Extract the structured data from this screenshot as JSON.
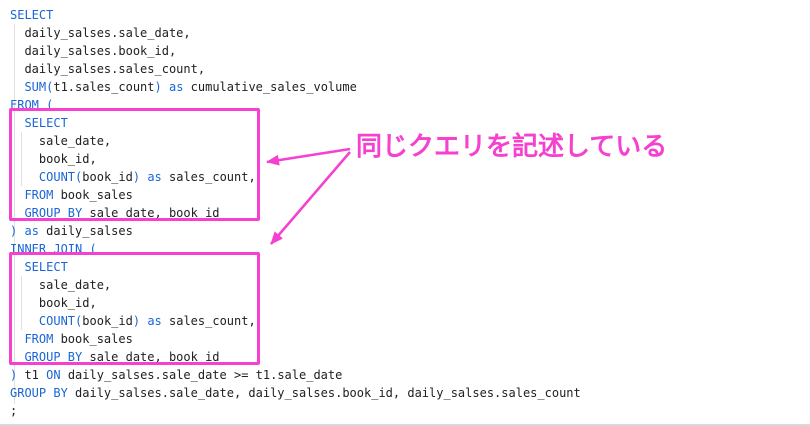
{
  "colors": {
    "background": "#ffffff",
    "keyword_blue": "#1a66d6",
    "code_text": "#202124",
    "annotation_pink": "#f640d0",
    "indent_guide": "#e0e0e0",
    "bottom_divider": "#d9d9d9"
  },
  "annotation": {
    "label": "同じクエリを記述している"
  },
  "code": {
    "language": "sql",
    "lines": [
      {
        "tokens": [
          {
            "t": "SELECT",
            "k": 1
          }
        ]
      },
      {
        "tokens": [
          {
            "t": "  daily_salses.sale_date,"
          }
        ]
      },
      {
        "tokens": [
          {
            "t": "  daily_salses.book_id,"
          }
        ]
      },
      {
        "tokens": [
          {
            "t": "  daily_salses.sales_count,"
          }
        ]
      },
      {
        "tokens": [
          {
            "t": "  "
          },
          {
            "t": "SUM(",
            "k": 1
          },
          {
            "t": "t1.sales_count"
          },
          {
            "t": ")",
            "k": 1
          },
          {
            "t": " "
          },
          {
            "t": "as",
            "k": 1
          },
          {
            "t": " cumulative_sales_volume"
          }
        ]
      },
      {
        "tokens": [
          {
            "t": "FROM (",
            "k": 1
          }
        ]
      },
      {
        "tokens": [
          {
            "t": "  "
          },
          {
            "t": "SELECT",
            "k": 1
          }
        ]
      },
      {
        "tokens": [
          {
            "t": "    sale_date,"
          }
        ]
      },
      {
        "tokens": [
          {
            "t": "    book_id,"
          }
        ]
      },
      {
        "tokens": [
          {
            "t": "    "
          },
          {
            "t": "COUNT(",
            "k": 1
          },
          {
            "t": "book_id"
          },
          {
            "t": ")",
            "k": 1
          },
          {
            "t": " "
          },
          {
            "t": "as",
            "k": 1
          },
          {
            "t": " sales_count,"
          }
        ]
      },
      {
        "tokens": [
          {
            "t": "  "
          },
          {
            "t": "FROM",
            "k": 1
          },
          {
            "t": " book_sales"
          }
        ]
      },
      {
        "tokens": [
          {
            "t": "  "
          },
          {
            "t": "GROUP BY",
            "k": 1
          },
          {
            "t": " sale_date, book_id"
          }
        ]
      },
      {
        "tokens": [
          {
            "t": ")",
            "k": 1
          },
          {
            "t": " "
          },
          {
            "t": "as",
            "k": 1
          },
          {
            "t": " daily_salses"
          }
        ]
      },
      {
        "tokens": [
          {
            "t": "INNER JOIN (",
            "k": 1
          }
        ]
      },
      {
        "tokens": [
          {
            "t": "  "
          },
          {
            "t": "SELECT",
            "k": 1
          }
        ]
      },
      {
        "tokens": [
          {
            "t": "    sale_date,"
          }
        ]
      },
      {
        "tokens": [
          {
            "t": "    book_id,"
          }
        ]
      },
      {
        "tokens": [
          {
            "t": "    "
          },
          {
            "t": "COUNT(",
            "k": 1
          },
          {
            "t": "book_id"
          },
          {
            "t": ")",
            "k": 1
          },
          {
            "t": " "
          },
          {
            "t": "as",
            "k": 1
          },
          {
            "t": " sales_count,"
          }
        ]
      },
      {
        "tokens": [
          {
            "t": "  "
          },
          {
            "t": "FROM",
            "k": 1
          },
          {
            "t": " book_sales"
          }
        ]
      },
      {
        "tokens": [
          {
            "t": "  "
          },
          {
            "t": "GROUP BY",
            "k": 1
          },
          {
            "t": " sale_date, book_id"
          }
        ]
      },
      {
        "tokens": [
          {
            "t": ")",
            "k": 1
          },
          {
            "t": " t1 "
          },
          {
            "t": "ON",
            "k": 1
          },
          {
            "t": " daily_salses.sale_date >= t1.sale_date"
          }
        ]
      },
      {
        "tokens": [
          {
            "t": "GROUP BY",
            "k": 1
          },
          {
            "t": " daily_salses.sale_date, daily_salses.book_id, daily_salses.sales_count"
          }
        ]
      },
      {
        "tokens": [
          {
            "t": ";"
          }
        ]
      }
    ]
  }
}
